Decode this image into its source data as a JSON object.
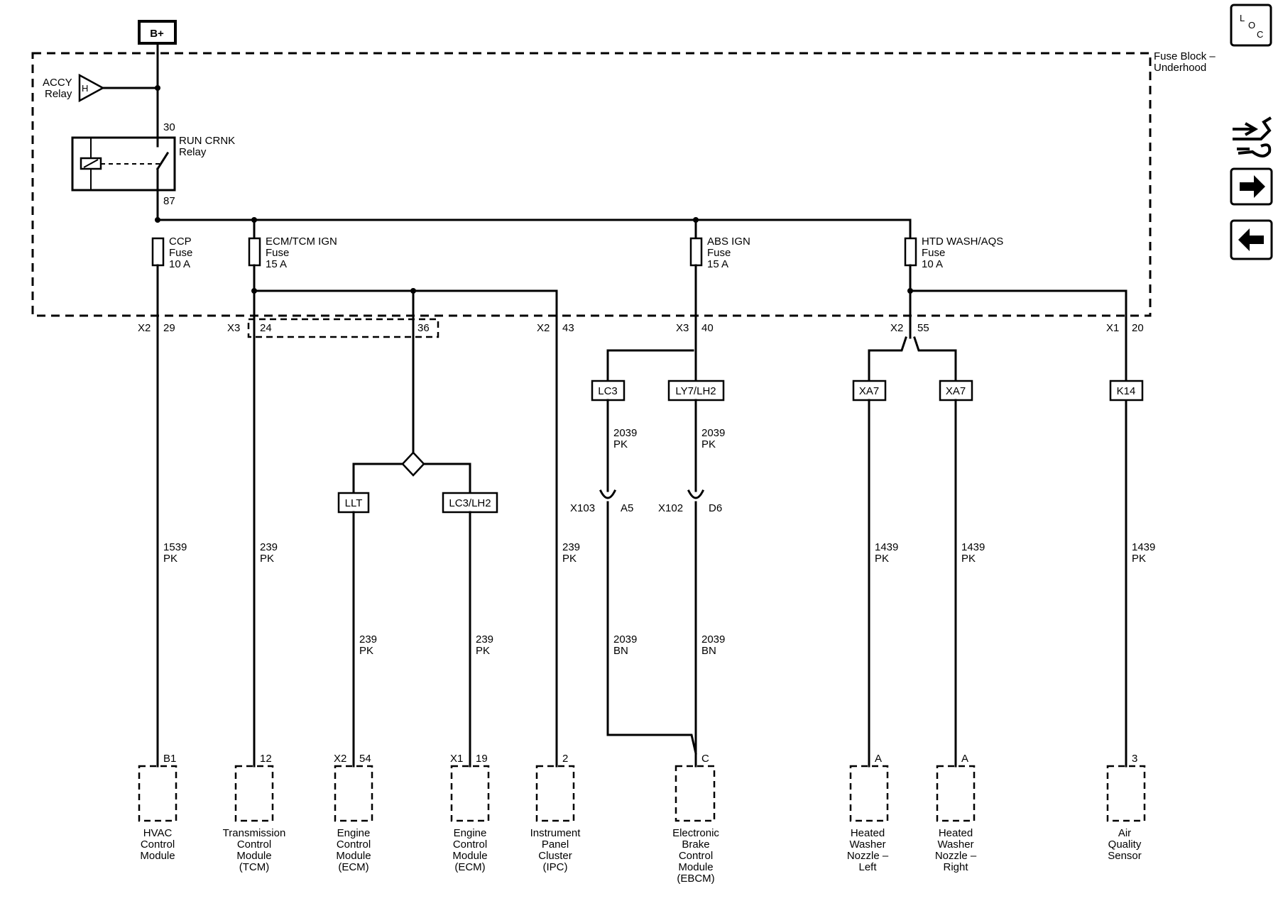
{
  "power": {
    "label": "B+"
  },
  "fuse_block": {
    "line1": "Fuse Block –",
    "line2": "Underhood"
  },
  "accy_relay": {
    "line1": "ACCY",
    "line2": "Relay",
    "symbol": "H"
  },
  "run_relay": {
    "line1": "RUN CRNK",
    "line2": "Relay",
    "pin_in": "30",
    "pin_out": "87"
  },
  "fuses": [
    {
      "name": "CCP",
      "type": "Fuse",
      "amps": "10 A"
    },
    {
      "name": "ECM/TCM IGN",
      "type": "Fuse",
      "amps": "15 A"
    },
    {
      "name": "ABS IGN",
      "type": "Fuse",
      "amps": "15 A"
    },
    {
      "name": "HTD WASH/AQS",
      "type": "Fuse",
      "amps": "10 A"
    }
  ],
  "connector_pins": [
    {
      "conn": "X2",
      "pin": "29"
    },
    {
      "conn": "X3",
      "pin": "24"
    },
    {
      "conn": "",
      "pin": "36"
    },
    {
      "conn": "X2",
      "pin": "43"
    },
    {
      "conn": "X3",
      "pin": "40"
    },
    {
      "conn": "X2",
      "pin": "55"
    },
    {
      "conn": "X1",
      "pin": "20"
    }
  ],
  "option_tags": [
    "LC3",
    "LY7/LH2",
    "XA7",
    "XA7",
    "K14",
    "LLT",
    "LC3/LH2"
  ],
  "wires": [
    {
      "circuit": "1539",
      "color": "PK"
    },
    {
      "circuit": "239",
      "color": "PK"
    },
    {
      "circuit": "239",
      "color": "PK"
    },
    {
      "circuit": "239",
      "color": "PK"
    },
    {
      "circuit": "239",
      "color": "PK"
    },
    {
      "circuit": "2039",
      "color": "PK"
    },
    {
      "circuit": "2039",
      "color": "PK"
    },
    {
      "circuit": "2039",
      "color": "BN"
    },
    {
      "circuit": "2039",
      "color": "BN"
    },
    {
      "circuit": "1439",
      "color": "PK"
    },
    {
      "circuit": "1439",
      "color": "PK"
    },
    {
      "circuit": "1439",
      "color": "PK"
    }
  ],
  "inline_connectors": [
    {
      "conn": "X103",
      "pin": "A5"
    },
    {
      "conn": "X102",
      "pin": "D6"
    }
  ],
  "modules": [
    {
      "conn": "",
      "pin": "B1",
      "name": [
        "HVAC",
        "Control",
        "Module"
      ]
    },
    {
      "conn": "",
      "pin": "12",
      "name": [
        "Transmission",
        "Control",
        "Module",
        "(TCM)"
      ]
    },
    {
      "conn": "X2",
      "pin": "54",
      "name": [
        "Engine",
        "Control",
        "Module",
        "(ECM)"
      ]
    },
    {
      "conn": "X1",
      "pin": "19",
      "name": [
        "Engine",
        "Control",
        "Module",
        "(ECM)"
      ]
    },
    {
      "conn": "",
      "pin": "2",
      "name": [
        "Instrument",
        "Panel",
        "Cluster",
        "(IPC)"
      ]
    },
    {
      "conn": "",
      "pin": "C",
      "name": [
        "Electronic",
        "Brake",
        "Control",
        "Module",
        "(EBCM)"
      ]
    },
    {
      "conn": "",
      "pin": "A",
      "name": [
        "Heated",
        "Washer",
        "Nozzle –",
        "Left"
      ]
    },
    {
      "conn": "",
      "pin": "A",
      "name": [
        "Heated",
        "Washer",
        "Nozzle –",
        "Right"
      ]
    },
    {
      "conn": "",
      "pin": "3",
      "name": [
        "Air",
        "Quality",
        "Sensor"
      ]
    }
  ],
  "nav": {
    "loc": {
      "l": "L",
      "o": "O",
      "c": "C"
    },
    "icons": [
      "component-locator-icon",
      "wrench-connector-icon",
      "arrow-right-icon",
      "arrow-left-icon"
    ]
  }
}
